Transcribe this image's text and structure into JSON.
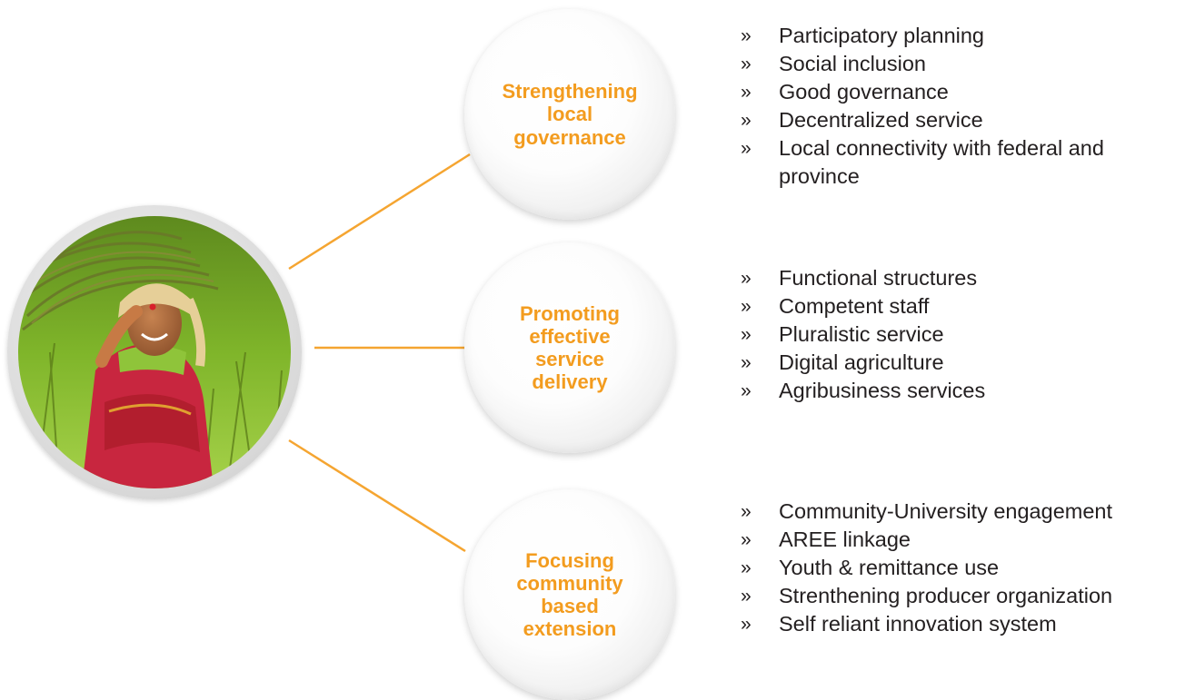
{
  "theme": {
    "accent": "#f39c1f",
    "connector": "#f5a531",
    "text": "#231f20"
  },
  "photo": {
    "name": "woman-carrying-grass-photo"
  },
  "pillars": [
    {
      "title": "Strengthening\nlocal\ngovernance",
      "marker": "»",
      "items": [
        "Participatory planning",
        "Social inclusion",
        "Good governance",
        "Decentralized service",
        "Local connectivity with federal and province"
      ]
    },
    {
      "title": "Promoting\neffective\nservice\ndelivery",
      "marker": "»",
      "items": [
        "Functional structures",
        "Competent staff",
        "Pluralistic service",
        "Digital agriculture",
        "Agribusiness services"
      ]
    },
    {
      "title": "Focusing\ncommunity\nbased\nextension",
      "marker": "»",
      "items": [
        "Community-University engagement",
        "AREE linkage",
        "Youth & remittance use",
        "Strenthening producer organization",
        "Self reliant innovation system"
      ]
    }
  ]
}
